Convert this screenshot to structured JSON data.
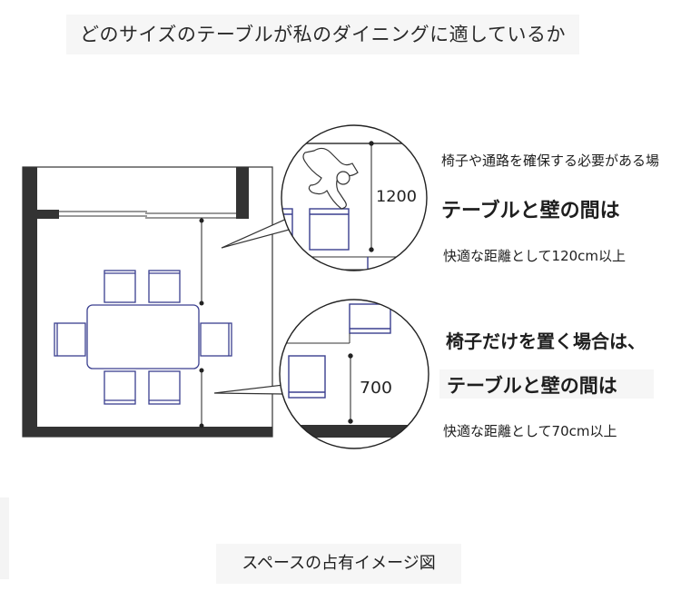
{
  "title": "どのサイズのテーブルが私のダイニングに適しているか",
  "annotation_top": {
    "note": "椅子や通路を確保する必要がある場",
    "heading": "テーブルと壁の間は",
    "detail": "快適な距離として120cm以上",
    "dimension": "1200"
  },
  "annotation_bottom": {
    "note": "椅子だけを置く場合は、",
    "heading": "テーブルと壁の間は",
    "detail": "快適な距離として70cm以上",
    "dimension": "700"
  },
  "caption": "スペースの占有イメージ図",
  "colors": {
    "wall": "#333333",
    "chair": "#3a3f8f",
    "line": "#222222"
  }
}
